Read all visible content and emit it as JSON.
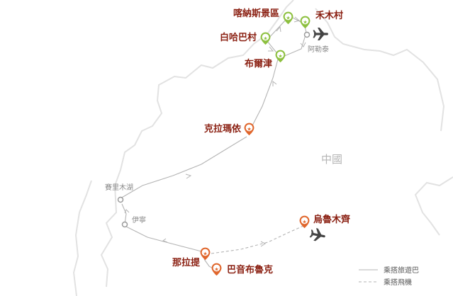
{
  "map": {
    "country_label": "中國",
    "colors": {
      "background": "#ffffff",
      "border": "#e2e2e2",
      "route": "#b4b4b4",
      "label_main": "#8a1f11",
      "label_minor": "#8a8a8a",
      "green_marker": "#8dc03f",
      "orange_marker": "#e0662c",
      "airplane": "#444444"
    },
    "places": [
      {
        "name": "喀納斯景區",
        "marker": "green-star-pin"
      },
      {
        "name": "禾木村",
        "marker": "green-star-pin"
      },
      {
        "name": "白哈巴村",
        "marker": "green-star-pin"
      },
      {
        "name": "布爾津",
        "marker": "green-star-pin"
      },
      {
        "name": "阿勒泰",
        "marker": "grey-circle"
      },
      {
        "name": "克拉瑪依",
        "marker": "orange-star-pin"
      },
      {
        "name": "賽里木湖",
        "marker": "grey-circle"
      },
      {
        "name": "伊寧",
        "marker": "grey-circle"
      },
      {
        "name": "那拉提",
        "marker": "orange-star-pin"
      },
      {
        "name": "巴音布魯克",
        "marker": "orange-star-pin"
      },
      {
        "name": "烏魯木齊",
        "marker": "orange-star-pin"
      }
    ],
    "icons": [
      "airplane-icon",
      "airplane-icon"
    ]
  },
  "legend": {
    "items": [
      {
        "label": "乘搭旅遊巴",
        "line": "solid"
      },
      {
        "label": "乘搭飛機",
        "line": "dashed"
      }
    ]
  }
}
